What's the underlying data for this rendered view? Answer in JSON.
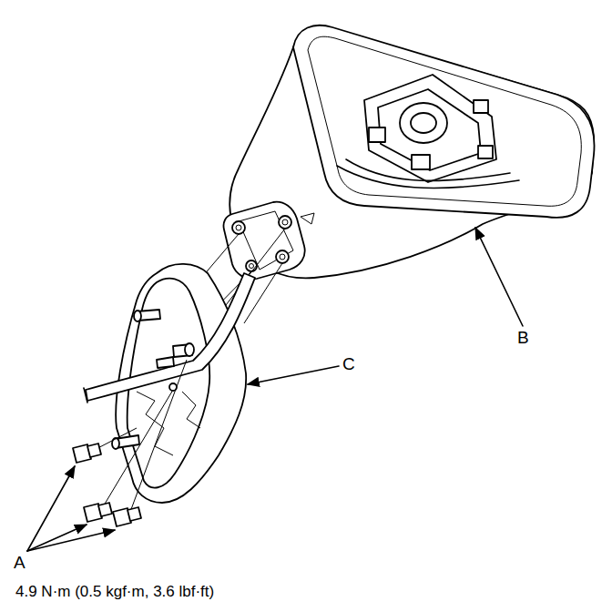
{
  "diagram": {
    "labels": [
      "B",
      "C",
      "A",
      "4.9 N·m (0.5 kgf·m, 3.6 lbf·ft)"
    ]
  }
}
